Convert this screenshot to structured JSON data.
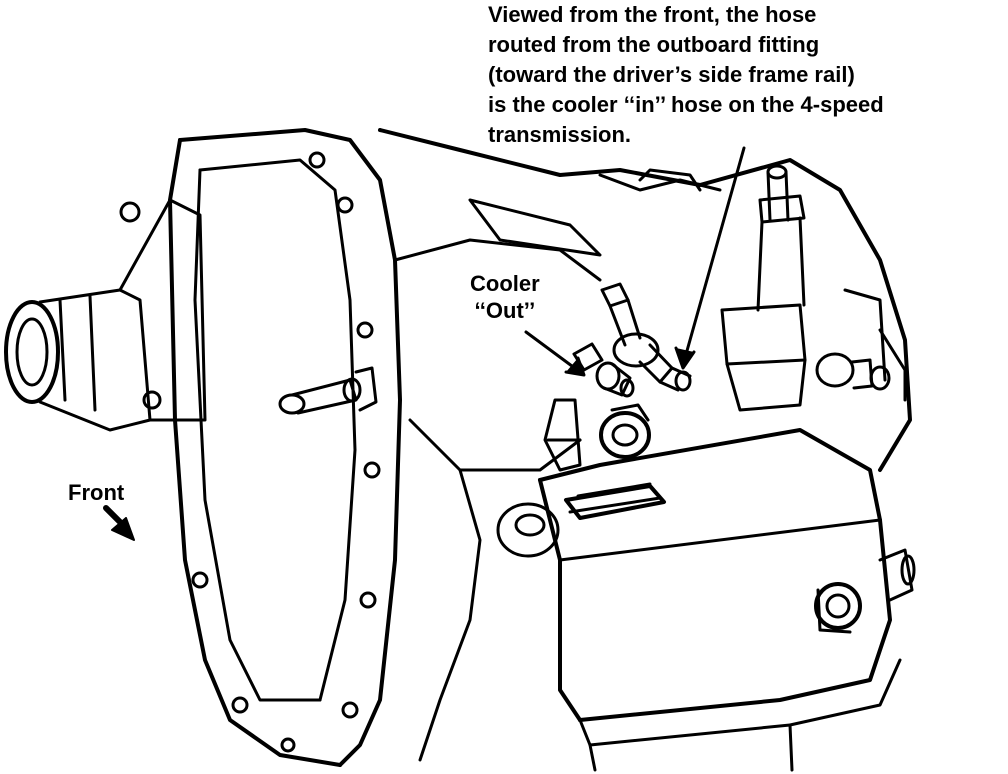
{
  "callouts": {
    "note_lines": [
      "Viewed from the front, the hose",
      "routed from the outboard fitting",
      "(toward the driver’s side frame rail)",
      "is the cooler ‘‘in’’ hose on the 4-speed",
      "transmission."
    ],
    "cooler_out": [
      "Cooler",
      "‘‘Out’’"
    ],
    "front": "Front"
  },
  "colors": {
    "ink": "#000000",
    "paper": "#ffffff"
  }
}
